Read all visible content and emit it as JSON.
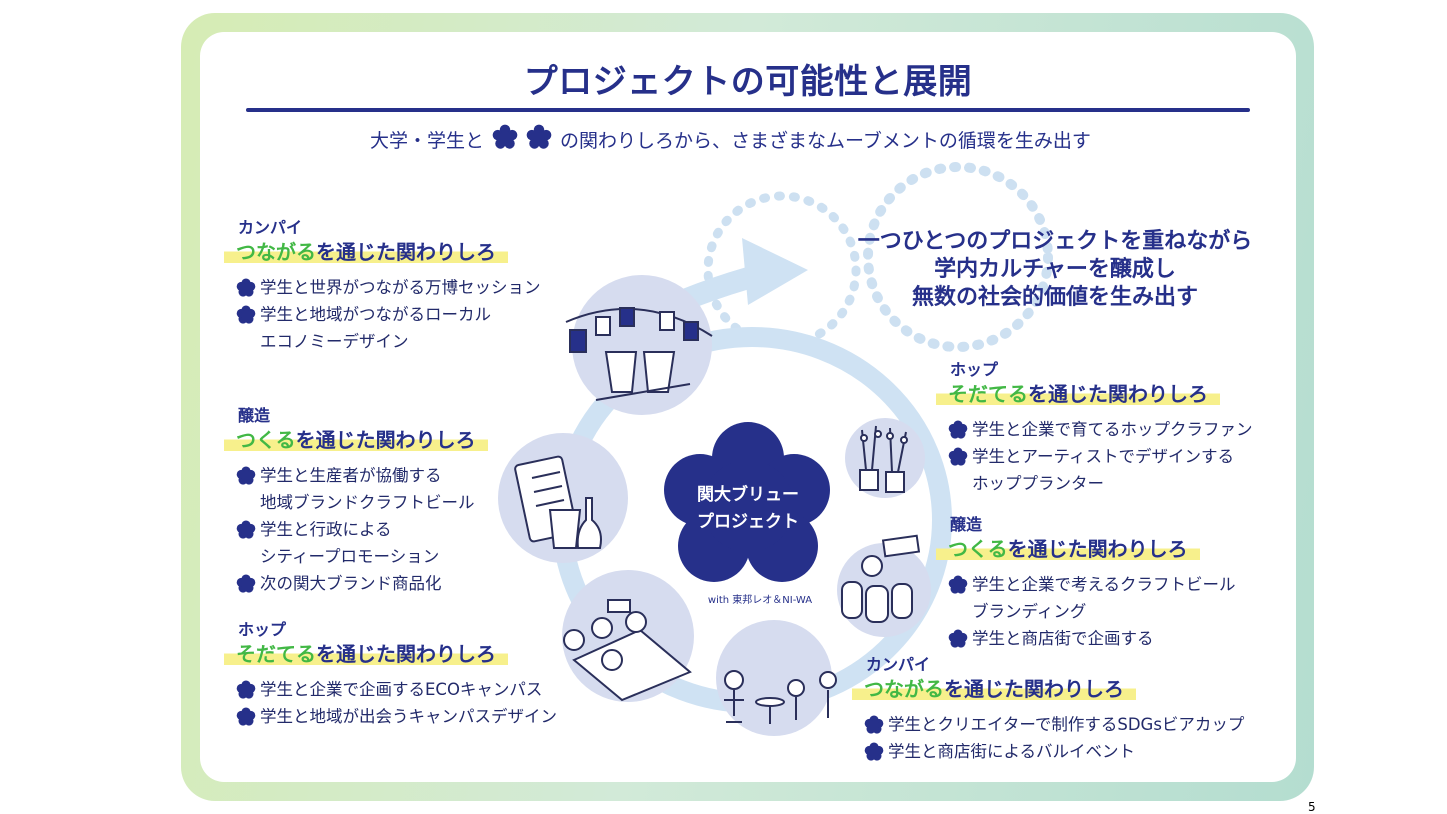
{
  "title": "プロジェクトの可能性と展開",
  "subtitle": {
    "before": "大学・学生と",
    "after": "の関わりしろから、さまざまなムーブメントの循環を生み出す"
  },
  "slogan": [
    "一つひとつのプロジェクトを重ねながら",
    "学内カルチャーを醸成し",
    "無数の社会的価値を生み出す"
  ],
  "center": {
    "label_line1": "関大ブリュー",
    "label_line2": "プロジェクト",
    "with": "with  東邦レオ＆NI-WA"
  },
  "left_sections": [
    {
      "kicker": "カンパイ",
      "highlight": "つながる",
      "suffix": "を通じた関わりしろ",
      "items": [
        "学生と世界がつながる万博セッション",
        "学生と地域がつながるローカル\nエコノミーデザイン"
      ]
    },
    {
      "kicker": "醸造",
      "highlight": "つくる",
      "suffix": "を通じた関わりしろ",
      "items": [
        "学生と生産者が協働する\n地域ブランドクラフトビール",
        "学生と行政による\nシティープロモーション",
        "次の関大ブランド商品化"
      ]
    },
    {
      "kicker": "ホップ",
      "highlight": "そだてる",
      "suffix": "を通じた関わりしろ",
      "items": [
        "学生と企業で企画するECOキャンパス",
        "学生と地域が出会うキャンパスデザイン"
      ]
    }
  ],
  "right_sections": [
    {
      "kicker": "ホップ",
      "highlight": "そだてる",
      "suffix": "を通じた関わりしろ",
      "items": [
        "学生と企業で育てるホップクラファン",
        "学生とアーティストでデザインする\nホッププランター"
      ]
    },
    {
      "kicker": "醸造",
      "highlight": "つくる",
      "suffix": "を通じた関わりしろ",
      "items": [
        "学生と企業で考えるクラフトビール\nブランディング",
        "学生と商店街で企画する"
      ]
    },
    {
      "kicker": "カンパイ",
      "highlight": "つながる",
      "suffix": "を通じた関わりしろ",
      "items": [
        "学生とクリエイターで制作するSDGsビアカップ",
        "学生と商店街によるバルイベント"
      ]
    }
  ],
  "page_number": "5",
  "colors": {
    "navy": "#26308a",
    "green": "#42b845",
    "highlight": "#f7f08c",
    "cycle": "#cfe2f3",
    "bubble": "#d6dcef"
  },
  "icons": [
    "flower-icon",
    "cycle-arrow-icon",
    "beer-toast-illustration",
    "brewing-board-illustration",
    "picnic-illustration",
    "hop-planter-illustration",
    "brewery-tank-illustration",
    "party-illustration"
  ]
}
